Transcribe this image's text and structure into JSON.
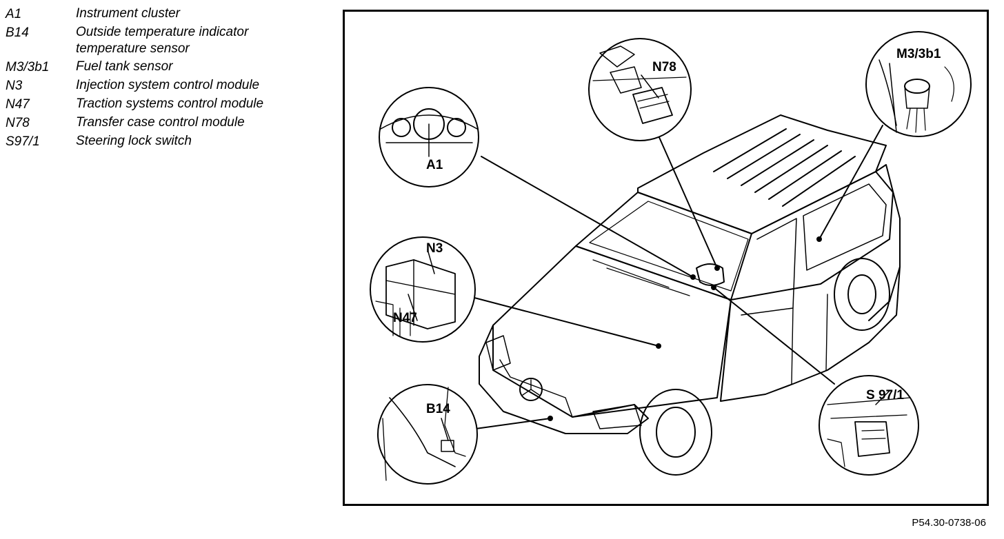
{
  "legend": [
    {
      "code": "A1",
      "desc": "Instrument cluster"
    },
    {
      "code": "B14",
      "desc": "Outside temperature indicator temperature sensor"
    },
    {
      "code": "M3/3b1",
      "desc": "Fuel tank sensor"
    },
    {
      "code": "N3",
      "desc": "Injection system control module"
    },
    {
      "code": "N47",
      "desc": "Traction systems control module"
    },
    {
      "code": "N78",
      "desc": "Transfer case control module"
    },
    {
      "code": "S97/1",
      "desc": "Steering lock switch"
    }
  ],
  "callouts": {
    "a1": "A1",
    "n78": "N78",
    "m3": "M3/3b1",
    "n3": "N3",
    "n47": "N47",
    "b14": "B14",
    "s97": "S 97/1"
  },
  "figure_ref": "P54.30-0738-06"
}
